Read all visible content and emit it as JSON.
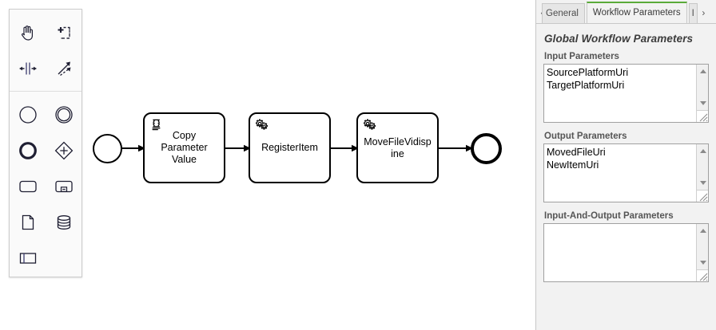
{
  "app": {
    "canvas_bg": "#ffffff",
    "panel_bg": "#f2f2f2",
    "accent_green": "#5aab39"
  },
  "palette": {
    "tools": [
      {
        "name": "hand-tool-icon",
        "title": "Activate the hand tool"
      },
      {
        "name": "lasso-tool-icon",
        "title": "Activate the lasso tool"
      },
      {
        "name": "space-tool-icon",
        "title": "Activate the create/remove space tool"
      },
      {
        "name": "global-connect-icon",
        "title": "Activate the global connect tool"
      }
    ],
    "elements": [
      {
        "name": "start-event-icon",
        "title": "Create StartEvent"
      },
      {
        "name": "intermediate-event-icon",
        "title": "Create Intermediate/Boundary Event"
      },
      {
        "name": "end-event-icon",
        "title": "Create EndEvent"
      },
      {
        "name": "gateway-icon",
        "title": "Create Gateway"
      },
      {
        "name": "task-icon",
        "title": "Create Task"
      },
      {
        "name": "subprocess-icon",
        "title": "Create expanded SubProcess"
      },
      {
        "name": "data-object-icon",
        "title": "Create DataObjectReference"
      },
      {
        "name": "data-store-icon",
        "title": "Create DataStoreReference"
      },
      {
        "name": "participant-icon",
        "title": "Create Pool/Participant"
      }
    ]
  },
  "diagram": {
    "start_event": {
      "label": "",
      "type": "start-event"
    },
    "end_event": {
      "label": "",
      "type": "end-event"
    },
    "tasks": [
      {
        "id": "task-copy",
        "label": "Copy Parameter Value",
        "icon": "script-task-icon",
        "type": "script-task"
      },
      {
        "id": "task-reg",
        "label": "RegisterItem",
        "icon": "service-task-icon",
        "type": "service-task"
      },
      {
        "id": "task-move",
        "label": "MoveFileVidispine",
        "icon": "service-task-icon",
        "type": "service-task"
      }
    ],
    "flows": [
      "flow-1",
      "flow-2",
      "flow-3",
      "flow-4"
    ]
  },
  "properties_panel": {
    "tabs": [
      {
        "label": "General",
        "active": false,
        "clipped": "left"
      },
      {
        "label": "Workflow Parameters",
        "active": true,
        "clipped": ""
      },
      {
        "label": "I",
        "active": false,
        "clipped": "right"
      }
    ],
    "scroll_left_glyph": "‹",
    "scroll_right_glyph": "›",
    "title": "Global Workflow Parameters",
    "groups": [
      {
        "label": "Input Parameters",
        "items": [
          "SourcePlatformUri",
          "TargetPlatformUri"
        ]
      },
      {
        "label": "Output Parameters",
        "items": [
          "MovedFileUri",
          "NewItemUri"
        ]
      },
      {
        "label": "Input-And-Output Parameters",
        "items": []
      }
    ]
  }
}
